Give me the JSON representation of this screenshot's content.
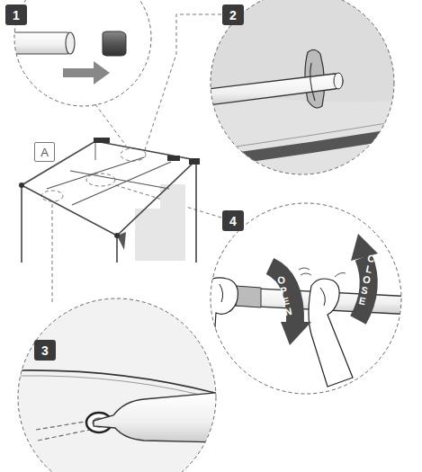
{
  "diagram": {
    "nodes": [
      {
        "text": [
          "1"
        ]
      },
      {
        "text": [
          "2"
        ]
      },
      {
        "text": [
          "A"
        ]
      },
      {
        "text": [
          "4"
        ]
      },
      {
        "text": [
          "3"
        ]
      }
    ],
    "labels": [
      "OPEN",
      "CLOSE"
    ]
  }
}
